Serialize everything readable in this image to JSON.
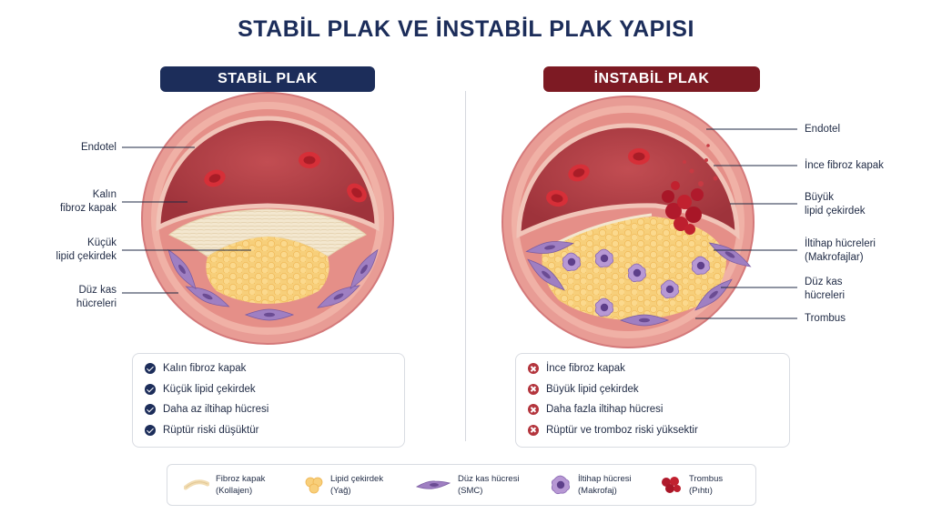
{
  "title": "STABİL PLAK VE İNSTABİL PLAK YAPISI",
  "stable": {
    "header": "STABİL PLAK",
    "labels": {
      "endothelium": "Endotel",
      "thick_cap_1": "Kalın",
      "thick_cap_2": "fibroz kapak",
      "small_core_1": "Küçük",
      "small_core_2": "lipid çekirdek",
      "smc_1": "Düz kas",
      "smc_2": "hücreleri"
    },
    "features": [
      "Kalın fibroz kapak",
      "Küçük lipid çekirdek",
      "Daha az iltihap hücresi",
      "Rüptür riski düşüktür"
    ]
  },
  "unstable": {
    "header": "İNSTABİL PLAK",
    "labels": {
      "endothelium": "Endotel",
      "thin_cap": "İnce fibroz kapak",
      "big_core_1": "Büyük",
      "big_core_2": "lipid çekirdek",
      "inflam_1": "İltihap hücreleri",
      "inflam_2": "(Makrofajlar)",
      "smc_1": "Düz kas",
      "smc_2": "hücreleri",
      "thrombus": "Trombus"
    },
    "features": [
      "İnce fibroz kapak",
      "Büyük lipid çekirdek",
      "Daha fazla iltihap hücresi",
      "Rüptür ve tromboz riski yüksektir"
    ]
  },
  "legend": [
    {
      "icon": "fibrous-cap-icon",
      "line1": "Fibroz kapak",
      "line2": "(Kollajen)"
    },
    {
      "icon": "lipid-icon",
      "line1": "Lipid çekirdek",
      "line2": "(Yağ)"
    },
    {
      "icon": "smooth-muscle-icon",
      "line1": "Düz kas hücresi",
      "line2": "(SMC)"
    },
    {
      "icon": "macrophage-icon",
      "line1": "İltihap hücresi",
      "line2": "(Makrofaj)"
    },
    {
      "icon": "thrombus-icon",
      "line1": "Trombus",
      "line2": "(Pıhtı)"
    }
  ],
  "colors": {
    "navy": "#1c2d5a",
    "maroon": "#7d1a23",
    "lumen": "#b4434a",
    "vessel_wall": "#e79c96",
    "lipid": "#f6c160",
    "macrophage": "#9c75bd",
    "thrombus": "#b01a2c"
  }
}
